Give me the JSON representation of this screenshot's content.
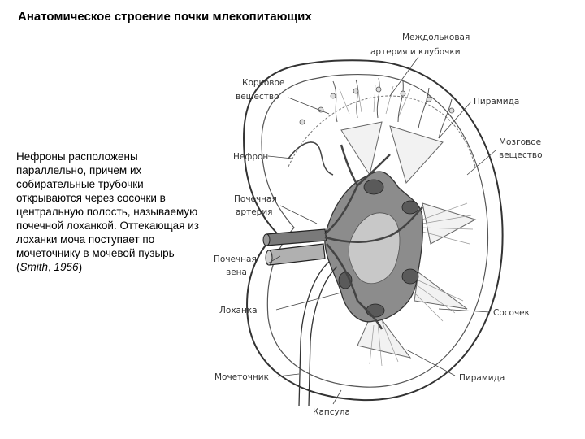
{
  "title": "Анатомическое строение почки млекопитающих",
  "description": {
    "text": "Нефроны расположены параллельно, причем их собирательные трубочки открываются через сосочки в центральную полость, называемую почечной лоханкой. Оттекающая из лоханки моча поступает по мочеточнику в мочевой пузырь (",
    "citation_author": "Smith",
    "citation_year": "1956",
    "citation_sep": ", ",
    "closing": ")"
  },
  "labels": {
    "interlobular_1": "Междольковая",
    "interlobular_2": "артерия и клубочки",
    "cortex_1": "Корковое",
    "cortex_2": "вещество",
    "pyramid_top": "Пирамида",
    "medulla_1": "Мозговое",
    "medulla_2": "вещество",
    "nephron": "Нефрон",
    "renal_artery_1": "Почечная",
    "renal_artery_2": "артерия",
    "renal_vein_1": "Почечная",
    "renal_vein_2": "вена",
    "pelvis": "Лоханка",
    "papilla": "Сосочек",
    "ureter": "Мочеточник",
    "pyramid_bottom": "Пирамида",
    "capsule": "Капсула"
  }
}
